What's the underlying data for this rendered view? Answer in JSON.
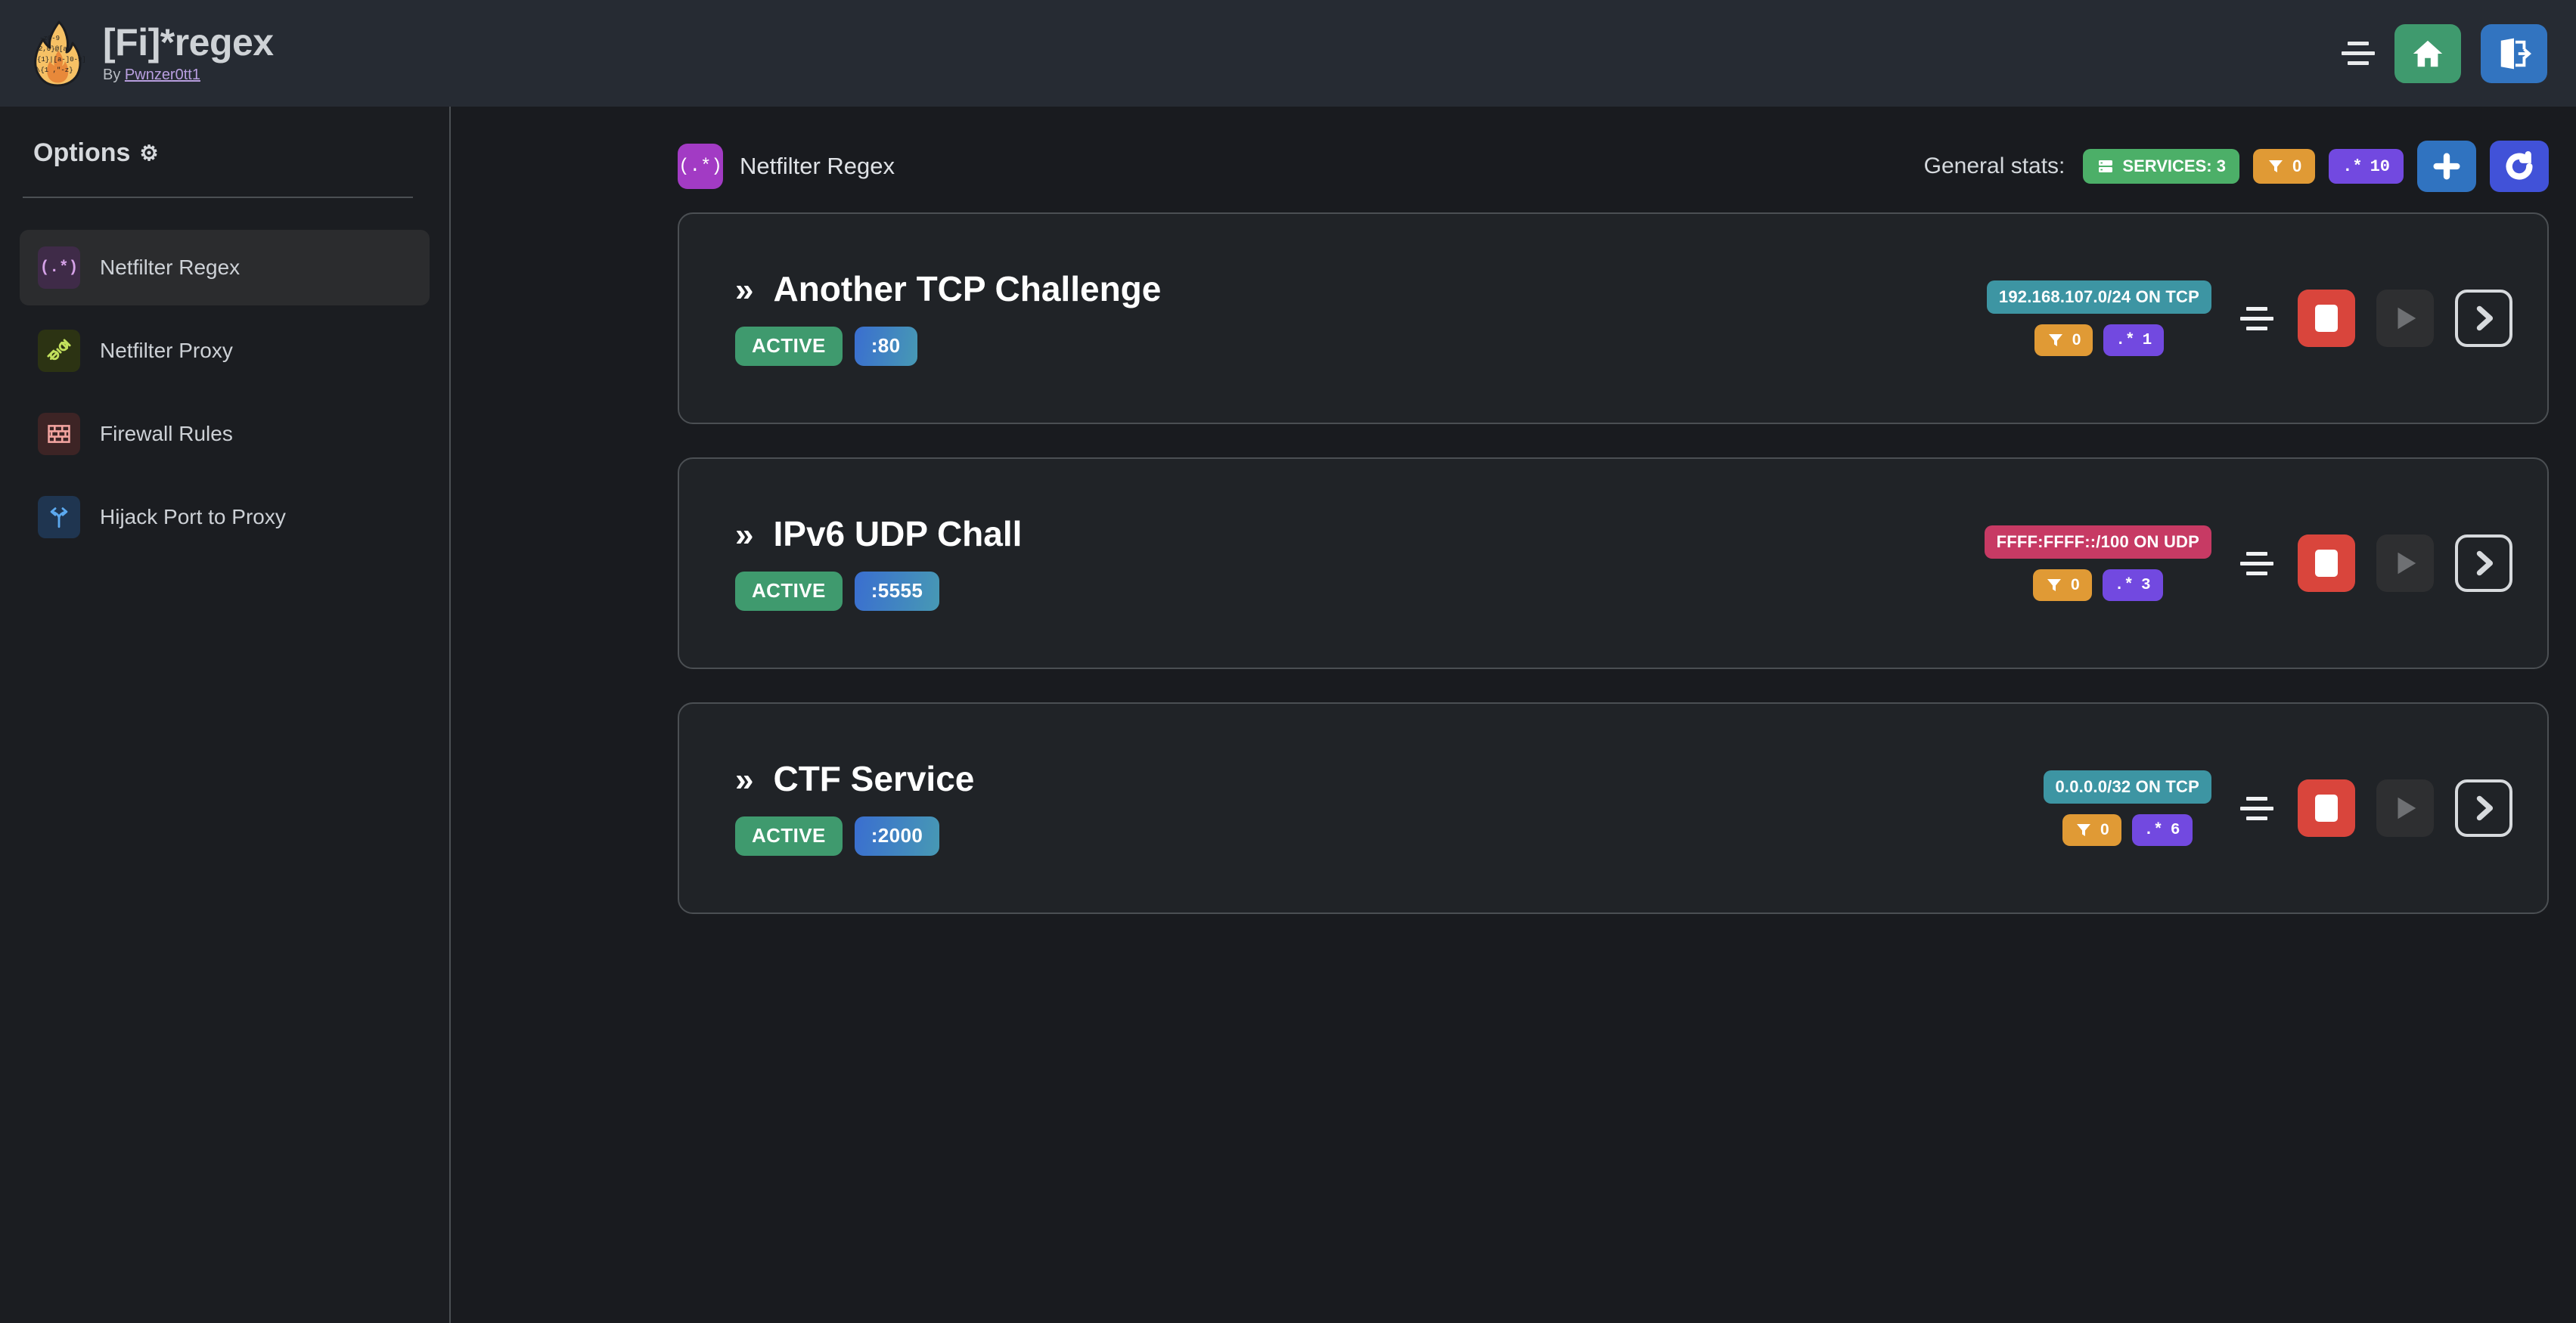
{
  "header": {
    "title": "[Fi]*regex",
    "by_prefix": "By ",
    "author": "Pwnzer0tt1",
    "logo_icon": "flame-icon",
    "menu_icon": "hamburger-menu-icon",
    "home_icon": "home-icon",
    "logout_icon": "logout-icon",
    "colors": {
      "home": "#3f9a6e",
      "logout": "#3274c0",
      "bar": "#262b33"
    }
  },
  "sidebar": {
    "title": "Options",
    "gear_icon": "gear-icon",
    "items": [
      {
        "label": "Netfilter Regex",
        "icon": "regex-icon",
        "icon_text": "(.*)",
        "active": true
      },
      {
        "label": "Netfilter Proxy",
        "icon": "plug-icon",
        "icon_text": "",
        "active": false
      },
      {
        "label": "Firewall Rules",
        "icon": "brick-wall-icon",
        "icon_text": "",
        "active": false
      },
      {
        "label": "Hijack Port to Proxy",
        "icon": "fork-arrow-icon",
        "icon_text": "",
        "active": false
      }
    ]
  },
  "main": {
    "page_title": "Netfilter Regex",
    "page_title_icon": "regex-icon",
    "page_title_icon_text": "(.*)",
    "stats_label": "General stats:",
    "stats": [
      {
        "name": "services-badge",
        "icon": "server-icon",
        "label": "SERVICES: 3",
        "color": "#4caf68"
      },
      {
        "name": "filters-badge",
        "icon": "funnel-icon",
        "label": "0",
        "color": "#e09a35"
      },
      {
        "name": "regexes-badge",
        "icon": "regex-glyph",
        "label": "10",
        "color": "#7249e0"
      }
    ],
    "add_button_icon": "plus-icon",
    "refresh_button_icon": "refresh-icon"
  },
  "services": [
    {
      "chevron": "»",
      "name": "Another TCP Challenge",
      "status": "ACTIVE",
      "port": ":80",
      "network": "192.168.107.0/24 ON TCP",
      "network_proto": "tcp",
      "filters_count": "0",
      "regex_count": "1",
      "menu_icon": "service-menu-icon",
      "stop_icon": "stop-icon",
      "play_icon": "play-icon",
      "detail_icon": "chevron-right-icon"
    },
    {
      "chevron": "»",
      "name": "IPv6 UDP Chall",
      "status": "ACTIVE",
      "port": ":5555",
      "network": "FFFF:FFFF::/100 ON UDP",
      "network_proto": "udp",
      "filters_count": "0",
      "regex_count": "3",
      "menu_icon": "service-menu-icon",
      "stop_icon": "stop-icon",
      "play_icon": "play-icon",
      "detail_icon": "chevron-right-icon"
    },
    {
      "chevron": "»",
      "name": "CTF Service",
      "status": "ACTIVE",
      "port": ":2000",
      "network": "0.0.0.0/32 ON TCP",
      "network_proto": "tcp",
      "filters_count": "0",
      "regex_count": "6",
      "menu_icon": "service-menu-icon",
      "stop_icon": "stop-icon",
      "play_icon": "play-icon",
      "detail_icon": "chevron-right-icon"
    }
  ],
  "colors": {
    "accent_purple": "#7249e0",
    "accent_orange": "#e09a35",
    "accent_green": "#4caf68",
    "tcp_teal": "#3d95a3",
    "udp_crimson": "#c73a64",
    "stop_red": "#d9453c",
    "background": "#191b1f"
  }
}
